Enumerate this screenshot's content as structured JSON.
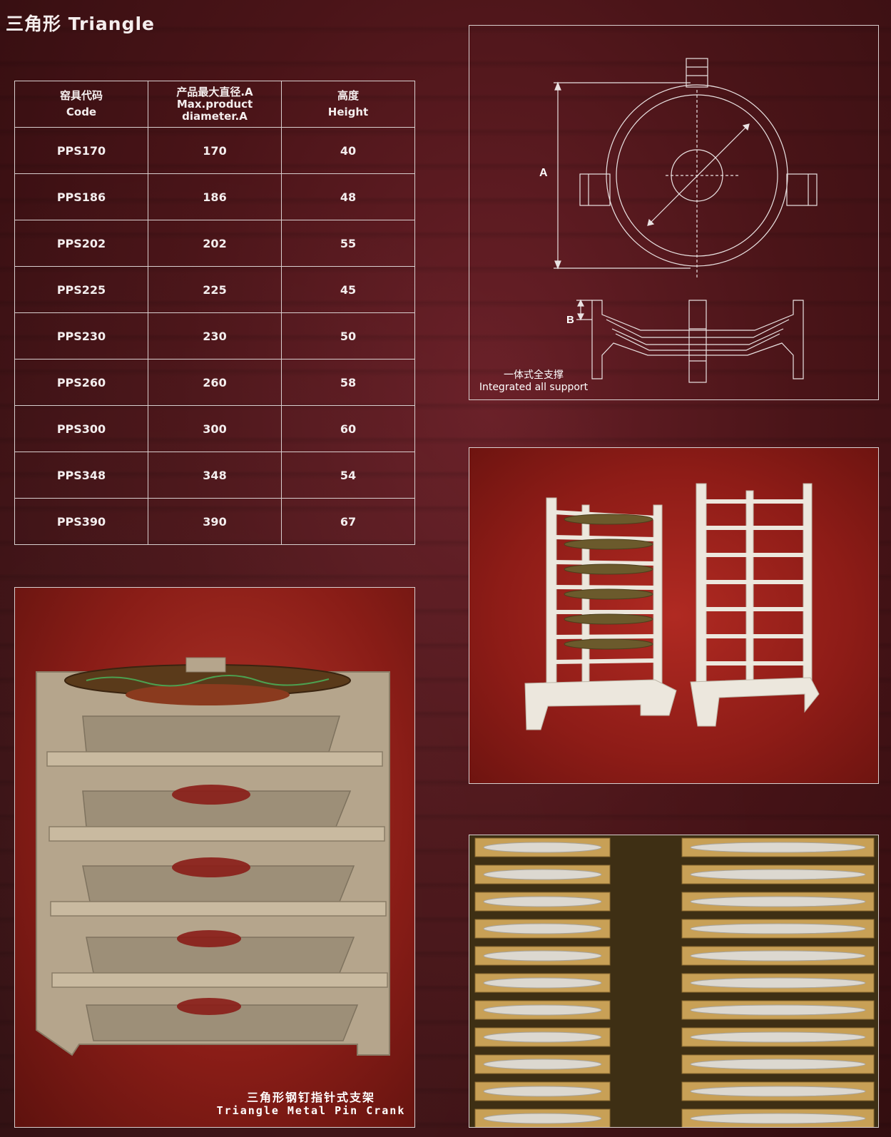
{
  "title": "三角形 Triangle",
  "table": {
    "headers": [
      {
        "zh": "窑具代码",
        "en": "Code"
      },
      {
        "zh": "产品最大直径.A",
        "en": "Max.product diameter.A"
      },
      {
        "zh": "高度",
        "en": "Height"
      }
    ],
    "rows": [
      {
        "code": "PPS170",
        "diameter": "170",
        "height": "40"
      },
      {
        "code": "PPS186",
        "diameter": "186",
        "height": "48"
      },
      {
        "code": "PPS202",
        "diameter": "202",
        "height": "55"
      },
      {
        "code": "PPS225",
        "diameter": "225",
        "height": "45"
      },
      {
        "code": "PPS230",
        "diameter": "230",
        "height": "50"
      },
      {
        "code": "PPS260",
        "diameter": "260",
        "height": "58"
      },
      {
        "code": "PPS300",
        "diameter": "300",
        "height": "60"
      },
      {
        "code": "PPS348",
        "diameter": "348",
        "height": "54"
      },
      {
        "code": "PPS390",
        "diameter": "390",
        "height": "67"
      }
    ]
  },
  "drawing": {
    "label_a": "A",
    "label_b": "B",
    "caption_zh": "一体式全支撑",
    "caption_en": "Integrated all support"
  },
  "photo_caption": {
    "zh": "三角形钢钉指针式支架",
    "en": "Triangle Metal Pin Crank"
  },
  "colors": {
    "background": "#4a1418",
    "line": "#d9cfcf",
    "photo_red": "#9e231c",
    "refractory_beige": "#b5a58c",
    "kiln_tan": "#c8a056"
  }
}
